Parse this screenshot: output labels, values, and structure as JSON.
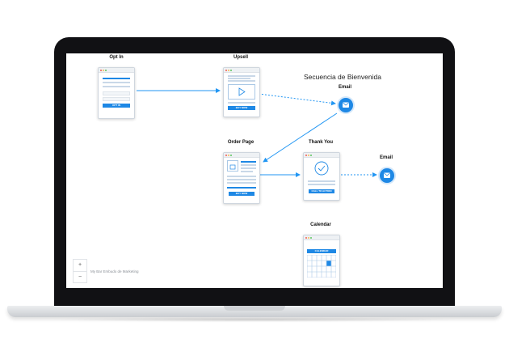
{
  "canvas": {
    "title": "Secuencia de Bienvenida",
    "footer": "My Bar Embudo de Marketing",
    "zoom_in": "+",
    "zoom_out": "−"
  },
  "nodes": {
    "optin": {
      "label": "Opt In",
      "button": "OPT IN"
    },
    "upsell": {
      "label": "Upsell",
      "button": "BUY NOW"
    },
    "order": {
      "label": "Order Page",
      "button": "BUY NOW"
    },
    "thankyou": {
      "label": "Thank You",
      "button": "CALL TO ACTION"
    },
    "calendar": {
      "label": "Calendar",
      "header": "CALENDAR"
    },
    "email1": {
      "label": "Email"
    },
    "email2": {
      "label": "Email"
    }
  },
  "colors": {
    "accent": "#1e88e5",
    "connector": "#2196f3"
  }
}
